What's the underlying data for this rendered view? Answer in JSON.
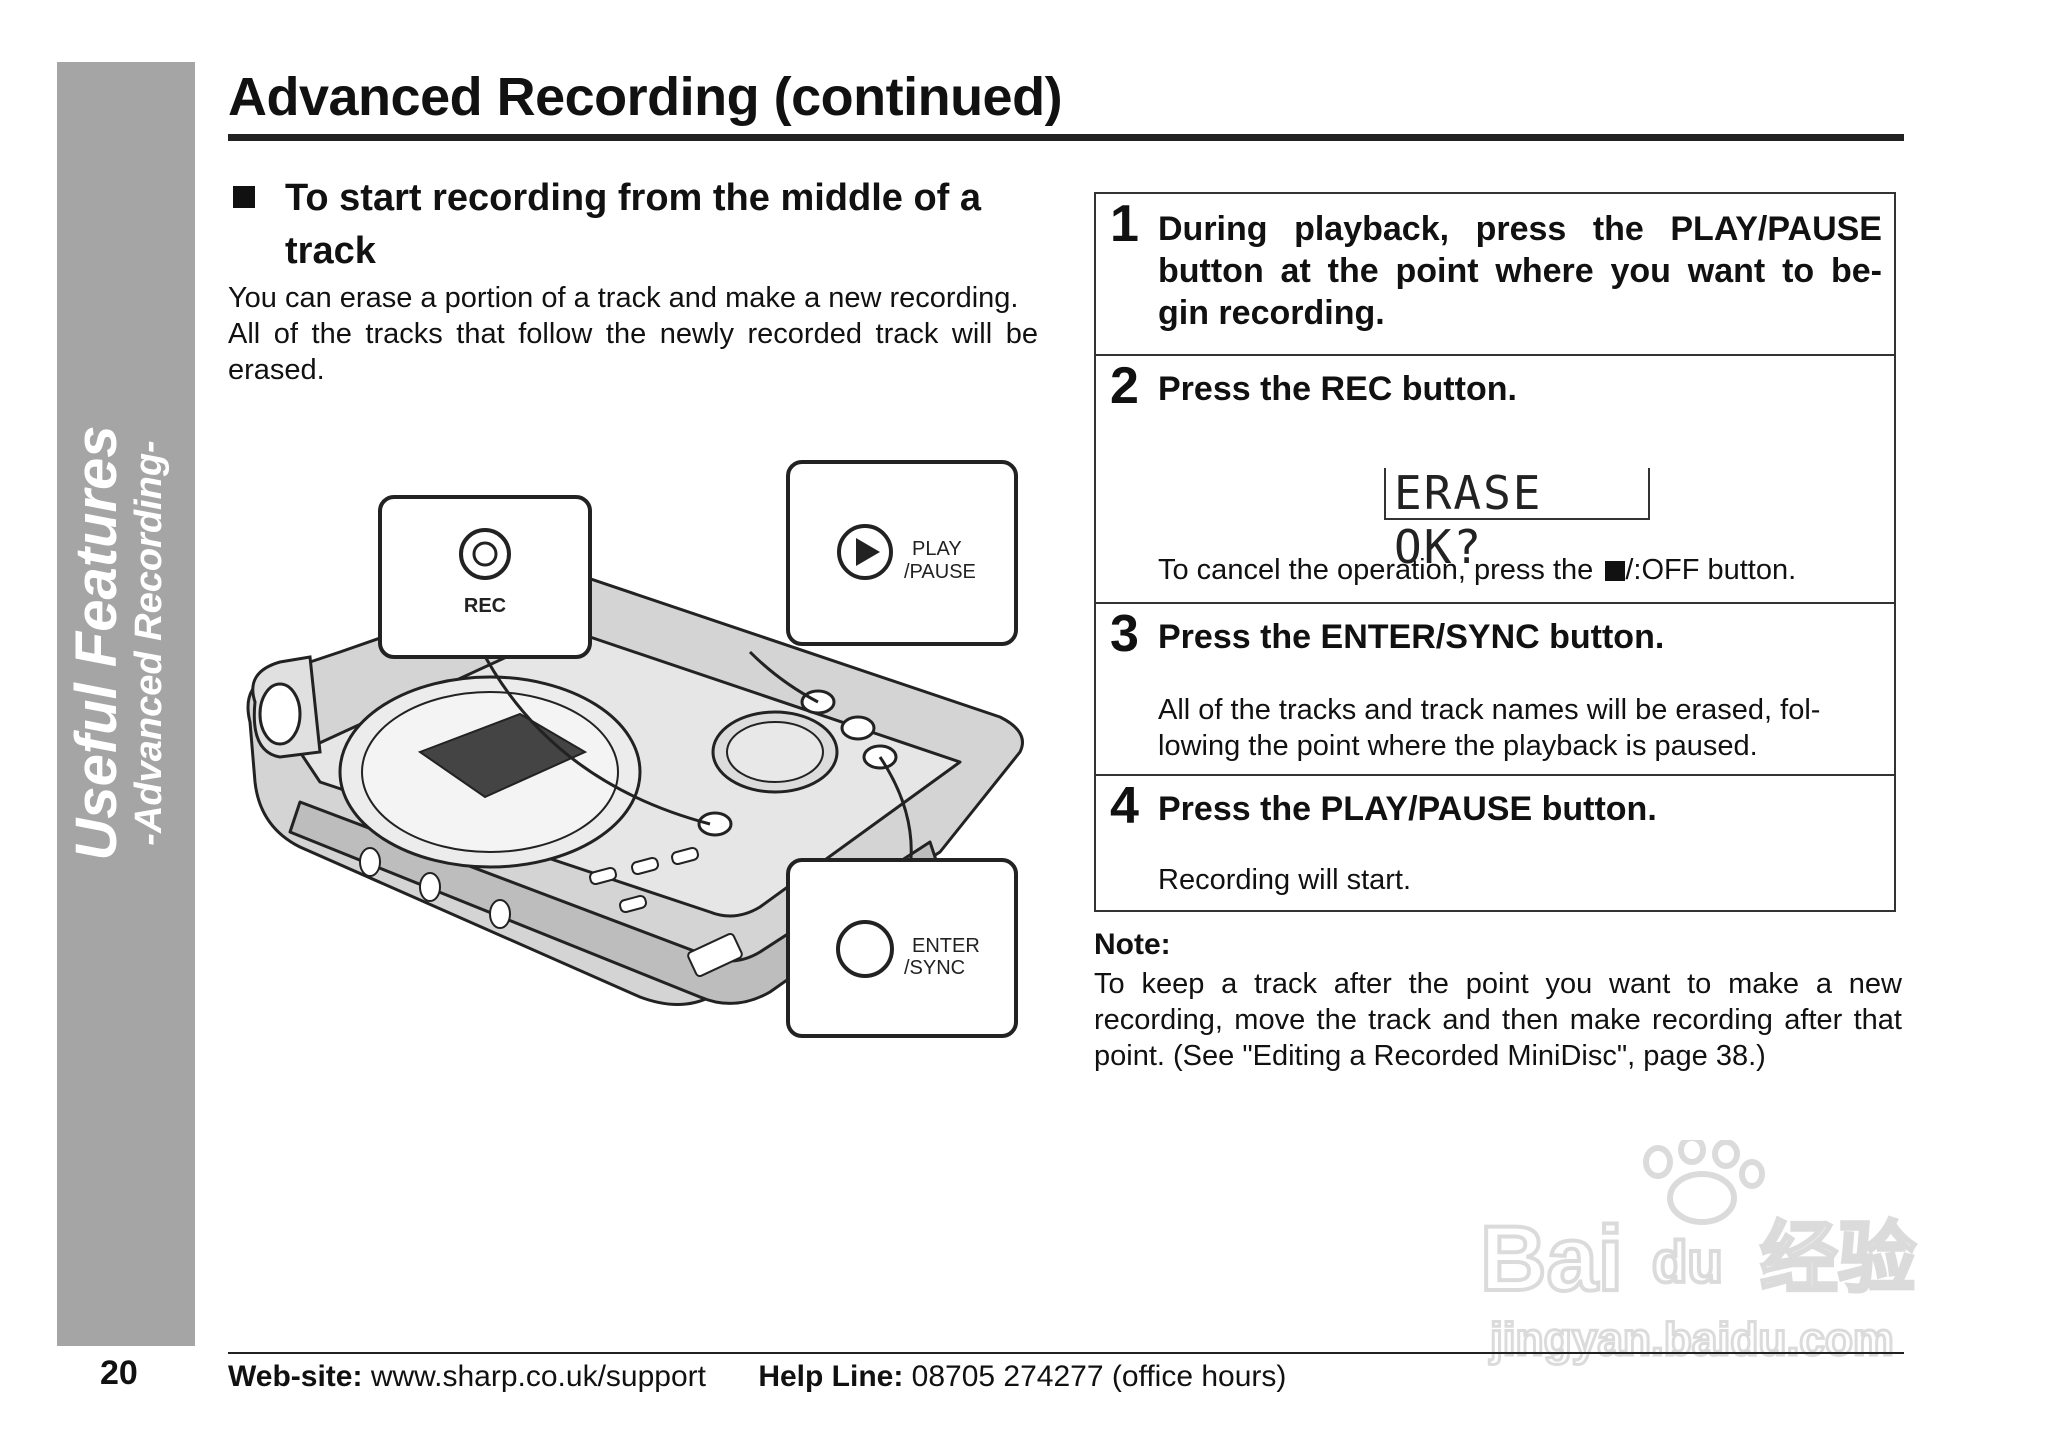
{
  "side_tab": {
    "title": "Useful Features",
    "subtitle": "-Advanced Recording-"
  },
  "page_number": "20",
  "header": {
    "title": "Advanced Recording (continued)"
  },
  "section": {
    "heading": "To start recording from the middle of a track",
    "intro": [
      "You can erase a portion of a track and make a new recording.",
      "All of the tracks that follow the newly recorded track will be erased."
    ]
  },
  "figure": {
    "rec_label": "REC",
    "play_label_1": "PLAY",
    "play_label_2": "/PAUSE",
    "enter_label_1": "ENTER",
    "enter_label_2": "/SYNC"
  },
  "steps": [
    {
      "num": "1",
      "text": "During playback, press the PLAY/PAUSE button at the point where you want to be- gin recording."
    },
    {
      "num": "2",
      "text": "Press the REC button.",
      "display": "ERASE OK?",
      "detail_pre": "To cancel the operation, press the ",
      "detail_post": "/:OFF button."
    },
    {
      "num": "3",
      "text": "Press the ENTER/SYNC button.",
      "detail": "All of the tracks and track names will be erased, fol- lowing the point where the playback is paused."
    },
    {
      "num": "4",
      "text": "Press the PLAY/PAUSE button.",
      "detail": "Recording will start."
    }
  ],
  "note": {
    "title": "Note:",
    "text": "To keep a track after the point you want to make a new recording, move the track and then make recording after that point. (See \"Editing a Recorded MiniDisc\", page 38.)"
  },
  "footer": {
    "website_label": "Web-site:",
    "website": "www.sharp.co.uk/support",
    "helpline_label": "Help Line:",
    "helpline": "08705 274277 (office hours)"
  },
  "watermark": {
    "brand": "Bai",
    "brand2": "du",
    "cn": "经验",
    "url": "jingyan.baidu.com"
  }
}
